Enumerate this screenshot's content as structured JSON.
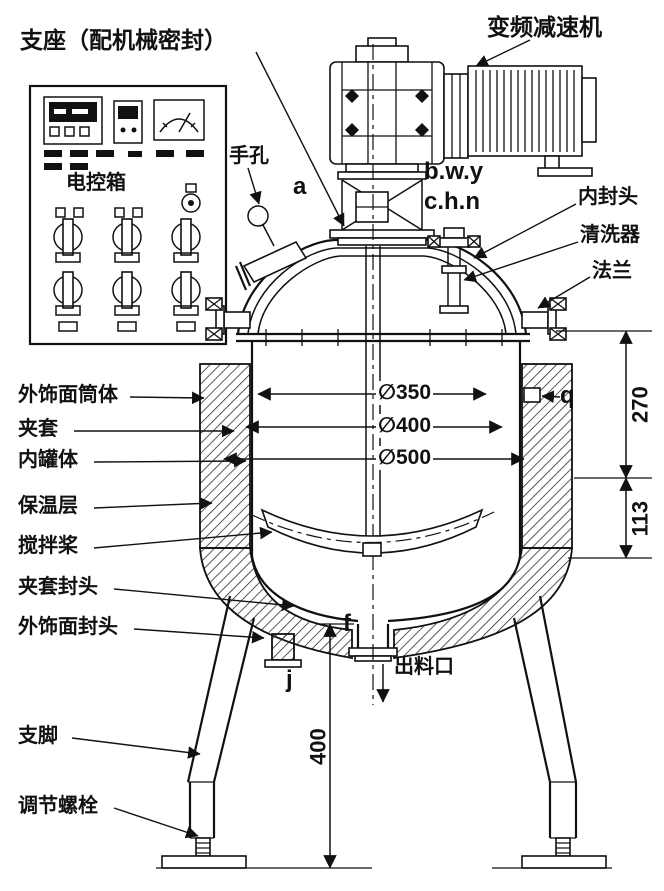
{
  "colors": {
    "ink": "#111111",
    "paper": "#ffffff"
  },
  "labels": {
    "support_seal": "支座（配机械密封）",
    "vfd_reducer": "变频减速机",
    "control_box": "电控箱",
    "hand_hole": "手孔",
    "point_a": "a",
    "point_bwy": "b.w.y",
    "point_chn": "c.h.n",
    "inner_head": "内封头",
    "cleaner": "清洗器",
    "flange": "法兰",
    "point_q": "q",
    "outer_shell": "外饰面筒体",
    "jacket": "夹套",
    "inner_tank": "内罐体",
    "insulation": "保温层",
    "agitator": "搅拌桨",
    "jacket_head": "夹套封头",
    "outer_head": "外饰面封头",
    "legs": "支脚",
    "adjust_bolt": "调节螺栓",
    "point_f": "f",
    "point_j": "j",
    "discharge": "出料口"
  },
  "dimensions": {
    "d350": "∅350",
    "d400": "∅400",
    "d500": "∅500",
    "h270": "270",
    "h113": "113",
    "h400": "400"
  }
}
